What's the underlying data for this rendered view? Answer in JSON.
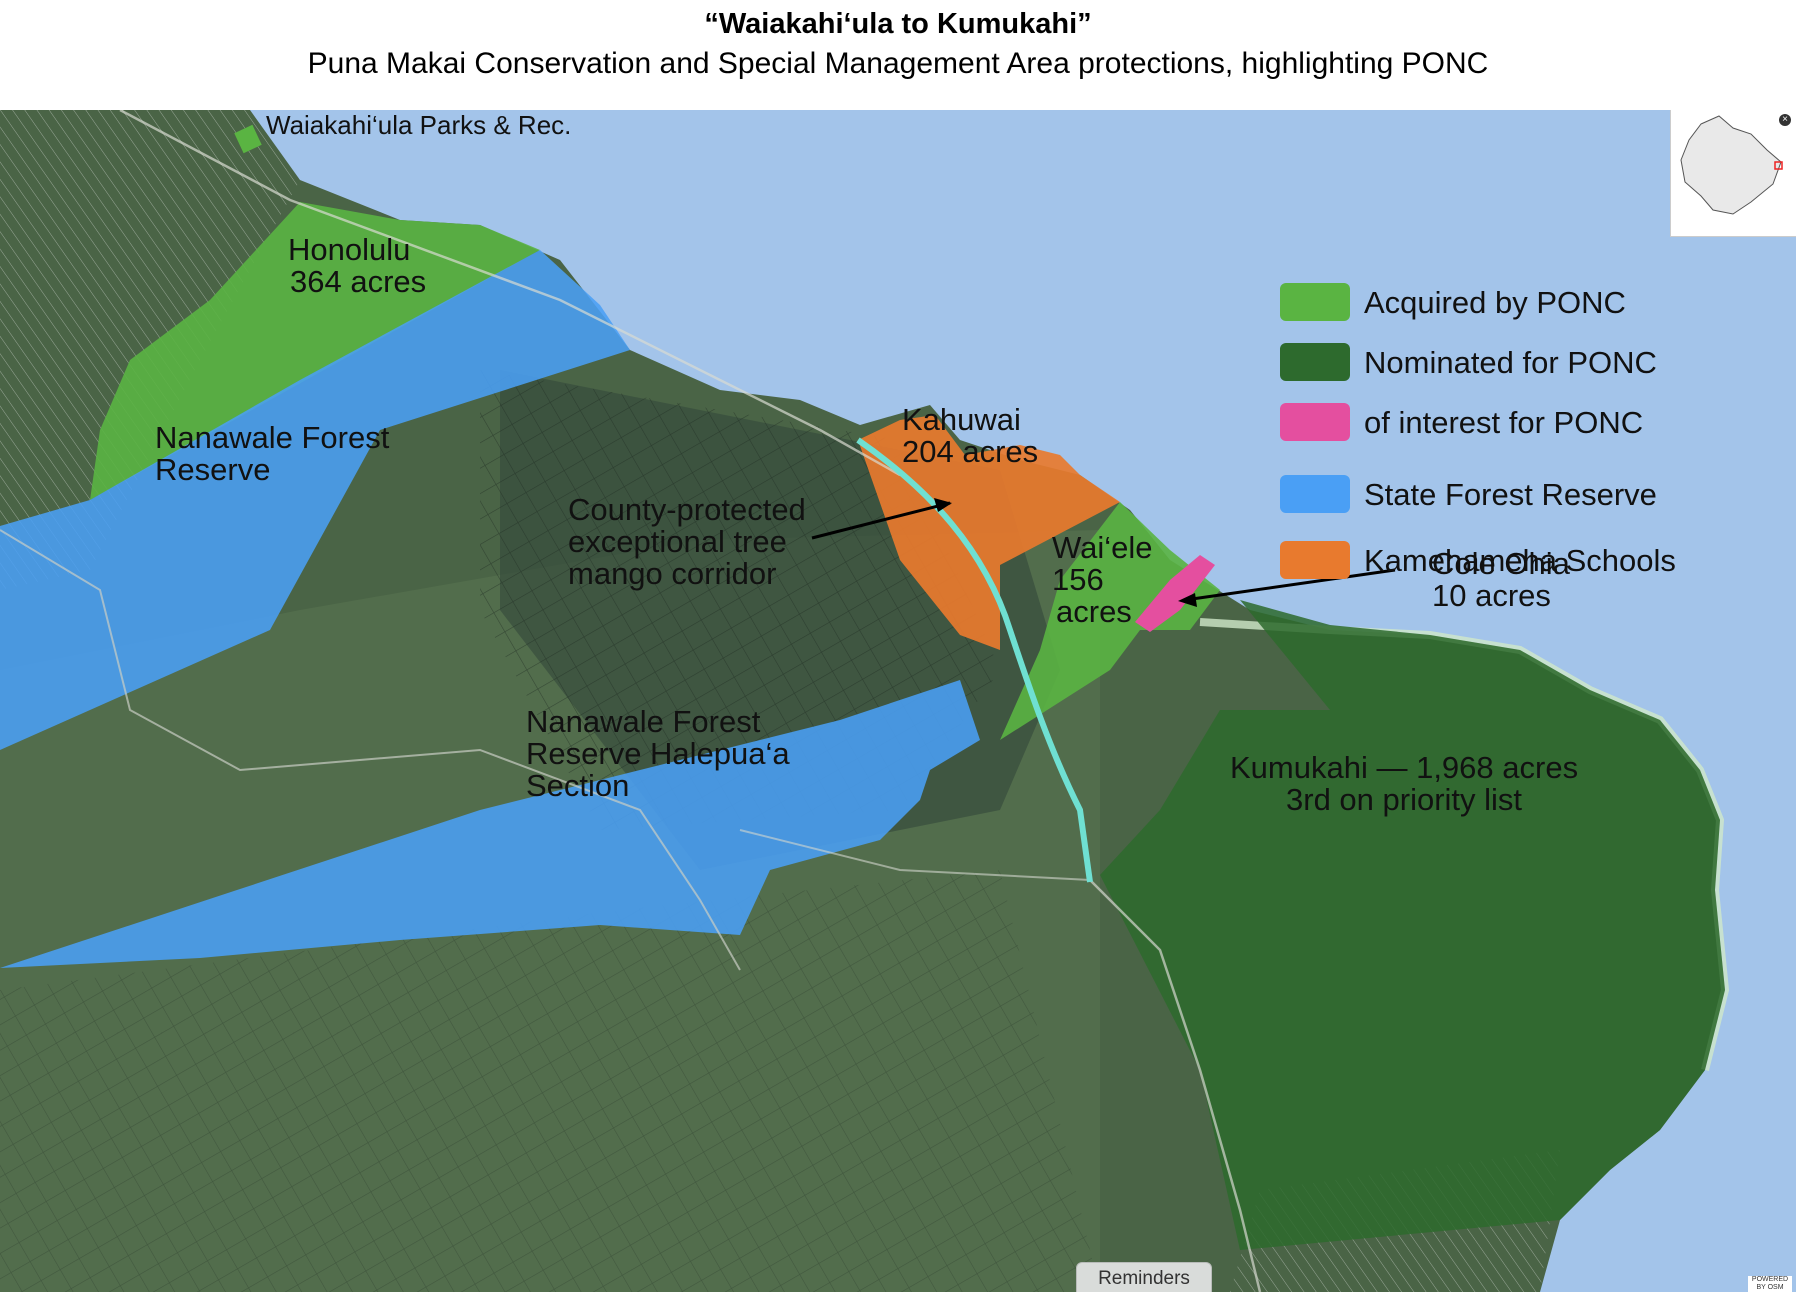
{
  "title": "“Waiakahi‘ula to Kumukahi”",
  "subtitle": "Puna Makai Conservation and Special Management Area protections, highlighting PONC",
  "colors": {
    "ocean": "#a3c4ea",
    "land_dark": "#3d5540",
    "land_mid": "#4f6b4b",
    "acquired": "#5ab442",
    "nominated": "#2d6a2d",
    "interest": "#e44f9f",
    "forest": "#4a9ff5",
    "kamehameha": "#e87a2e",
    "corridor": "#6fe0d2"
  },
  "legend": [
    {
      "label": "Acquired by PONC",
      "color": "#5ab442"
    },
    {
      "label": "Nominated for PONC",
      "color": "#2d6a2d"
    },
    {
      "label": "of interest for PONC",
      "color": "#e44f9f"
    },
    {
      "label": "State Forest Reserve",
      "color": "#4a9ff5"
    },
    {
      "label": "Kamehameha Schools",
      "color": "#e87a2e"
    }
  ],
  "labels": {
    "waiakahiula": "Waiakahi‘ula Parks & Rec.",
    "honolulu_name": "Honolulu",
    "honolulu_acres": "364 acres",
    "nanawale_1": "Nanawale Forest",
    "nanawale_2": "Reserve",
    "kahuwai_name": "Kahuwai",
    "kahuwai_acres": "204 acres",
    "corridor_1": "County-protected",
    "corridor_2": "exceptional tree",
    "corridor_3": "mango corridor",
    "waiele_1": "Wai‘ele",
    "waiele_2": "156",
    "waiele_3": "acres",
    "cole_1": "Cole Ohia",
    "cole_2": "10 acres",
    "halepuaa_1": "Nanawale Forest",
    "halepuaa_2": "Reserve Halepua‘a",
    "halepuaa_3": "Section",
    "kumukahi_1": "Kumukahi — 1,968 acres",
    "kumukahi_2": "3rd on priority list"
  },
  "ui": {
    "reminders": "Reminders",
    "osm": "POWERED BY OSM",
    "inset_close": "×"
  }
}
